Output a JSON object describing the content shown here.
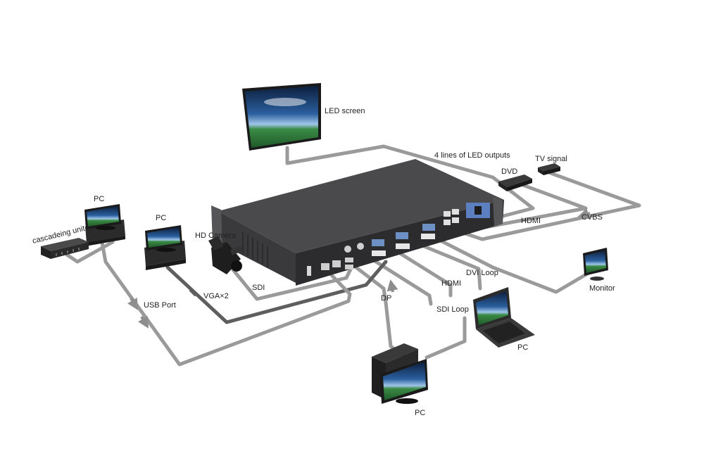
{
  "labels": {
    "led_screen": "LED screen",
    "led_outputs": "4 lines of LED outputs",
    "tv_signal": "TV signal",
    "dvd": "DVD",
    "hdmi_top": "HDMI",
    "cvbs": "CVBS",
    "pc_top_left": "PC",
    "pc_mid_left": "PC",
    "cascading_unit": "cascadeing unit",
    "hd_camera": "HD Camera",
    "vga": "VGA×2",
    "sdi": "SDI",
    "usb_port": "USB Port",
    "dp": "DP",
    "hdmi_mid": "HDMI",
    "dvi_loop": "DVI Loop",
    "sdi_loop": "SDI Loop",
    "pc_laptop": "PC",
    "monitor": "Monitor",
    "pc_bottom": "PC"
  },
  "colors": {
    "cable": "#8e8e8e",
    "cable_dark": "#5e5e5e",
    "chassis_top": "#4a4a4c",
    "chassis_front": "#2c2c2e",
    "screen_sky": "#1a3a6a",
    "screen_field": "#2f7a3c"
  }
}
